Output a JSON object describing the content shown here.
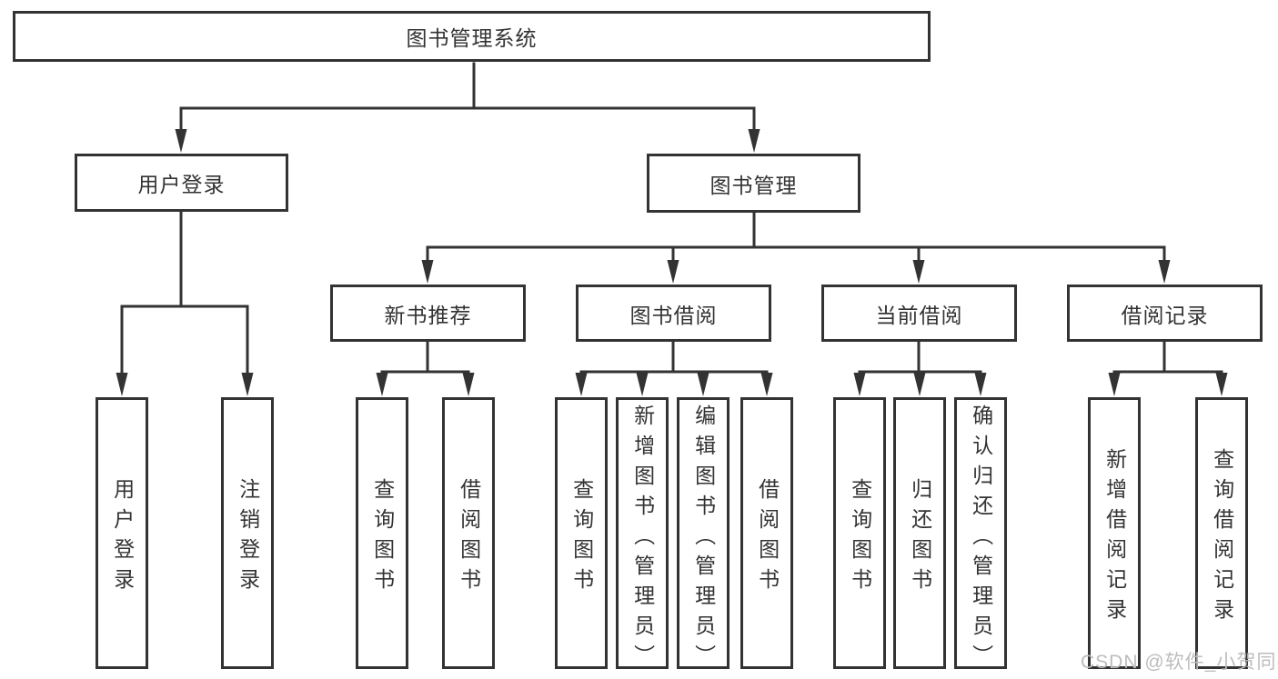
{
  "tree": {
    "root": {
      "label": "图书管理系统"
    },
    "level2": [
      {
        "label": "用户登录",
        "children": [
          "用户登录",
          "注销登录"
        ]
      },
      {
        "label": "图书管理"
      }
    ],
    "level3": [
      {
        "label": "新书推荐",
        "children": [
          "查询图书",
          "借阅图书"
        ]
      },
      {
        "label": "图书借阅",
        "children": [
          "查询图书",
          "新增图书（管理员）",
          "编辑图书（管理员）",
          "借阅图书"
        ]
      },
      {
        "label": "当前借阅",
        "children": [
          "查询图书",
          "归还图书",
          "确认归还（管理员）"
        ]
      },
      {
        "label": "借阅记录",
        "children": [
          "新增借阅记录",
          "查询借阅记录"
        ]
      }
    ]
  },
  "watermark": {
    "text": "CSDN @软件_小贺同学"
  },
  "colors": {
    "line": "#333333",
    "box_border": "#333333",
    "text": "#333333",
    "background": "#ffffff",
    "watermark": "#bdbdbd"
  }
}
